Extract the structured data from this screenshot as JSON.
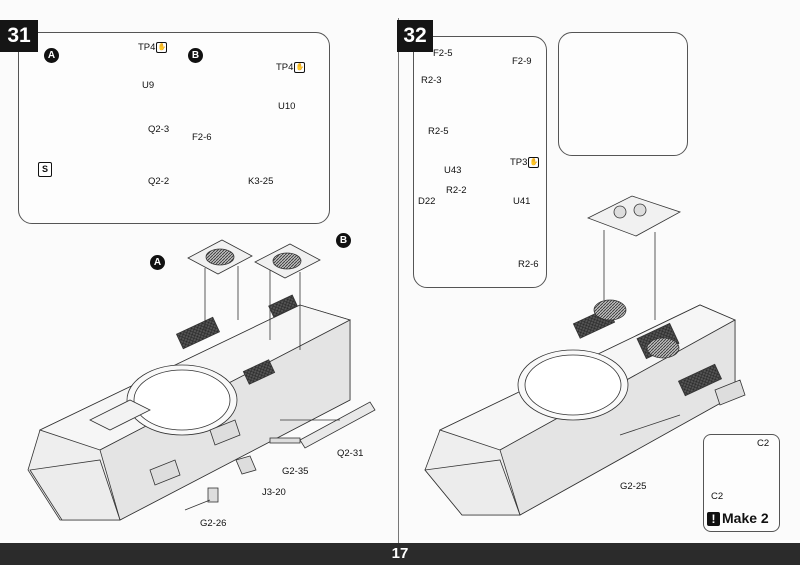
{
  "page_number": "17",
  "step_31": {
    "number": "31",
    "detail_a_marker": "A",
    "detail_b_marker": "B",
    "detail_a_labels": {
      "tp": "TP4",
      "u": "U9",
      "q_top": "Q2-3",
      "q_bottom": "Q2-2"
    },
    "detail_b_labels": {
      "tp": "TP4",
      "u": "U10",
      "f": "F2-6",
      "k": "K3-25"
    },
    "s_symbol": "S",
    "hull_markers": {
      "a": "A",
      "b": "B"
    },
    "hull_labels": {
      "q231": "Q2-31",
      "g235": "G2-35",
      "j320": "J3-20",
      "g226": "G2-26"
    }
  },
  "step_32": {
    "number": "32",
    "upper_labels": {
      "f25": "F2-5",
      "f29": "F2-9",
      "r23": "R2-3",
      "r25": "R2-5"
    },
    "lower_labels": {
      "u43": "U43",
      "tp3": "TP3",
      "r22": "R2-2",
      "u41": "U41",
      "d22": "D22",
      "r26": "R2-6"
    },
    "hull_labels": {
      "g225": "G2-25"
    },
    "make": {
      "label": "Make 2",
      "bang": "!",
      "c2a": "C2",
      "c2b": "C2"
    }
  },
  "icons": {
    "tp_icon": "hand-icon",
    "make_icon": "exclamation-icon"
  },
  "colors": {
    "badge": "#151515",
    "line": "#333333",
    "part_fill": "#eeeeee",
    "grille": "#444444"
  }
}
